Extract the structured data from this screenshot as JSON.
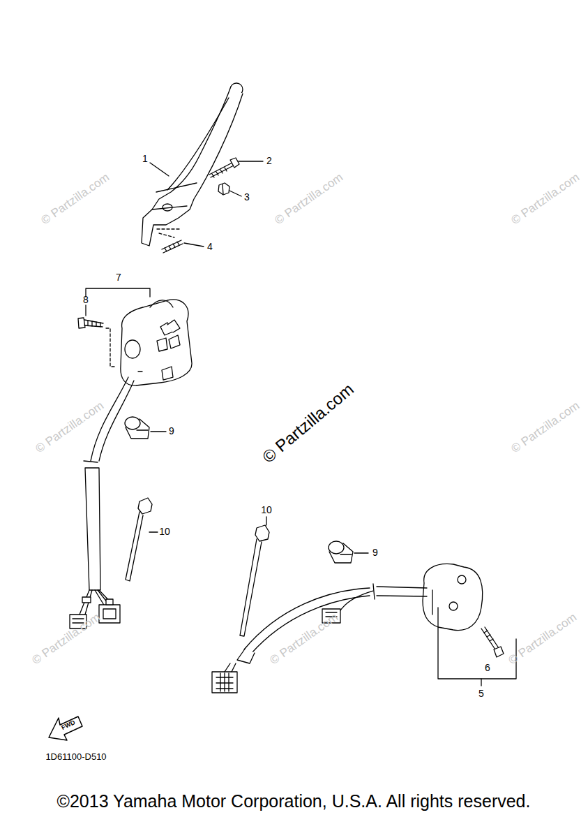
{
  "diagram": {
    "caption": "©2013 Yamaha Motor Corporation, U.S.A. All rights reserved.",
    "labels": [
      "1",
      "2",
      "3",
      "4",
      "7",
      "8",
      "9",
      "10",
      "10",
      "9",
      "6",
      "5",
      "FWD",
      "1D61100-D510",
      "© Partzilla.com",
      "© Partzilla.com",
      "© Partzilla.com",
      "© Partzilla.com",
      "© Partzilla.com",
      "© Partzilla.com",
      "© Partzilla.com",
      "© Partzilla.com",
      "© Partzilla.com"
    ]
  }
}
